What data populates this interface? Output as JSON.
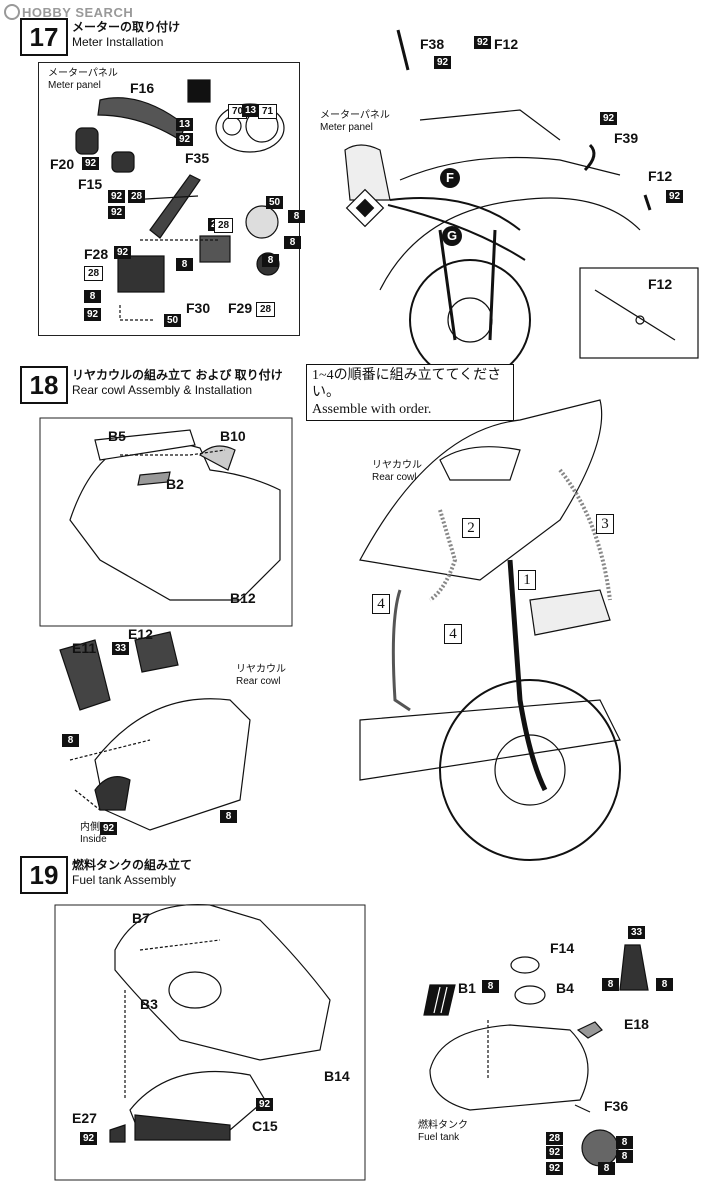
{
  "watermark": "HOBBY SEARCH",
  "steps": [
    {
      "number": "17",
      "title_jp": "メーターの取り付け",
      "title_en": "Meter Installation",
      "panel_label_jp": "メーターパネル",
      "panel_label_en": "Meter panel",
      "right_label_jp": "メーターパネル",
      "right_label_en": "Meter panel",
      "parts": [
        "F16",
        "F20",
        "F15",
        "F35",
        "F28",
        "F30",
        "F29",
        "F38",
        "F12",
        "F39",
        "F12",
        "F12"
      ],
      "codes": [
        "13",
        "92",
        "92",
        "92",
        "28",
        "92",
        "28",
        "8",
        "50",
        "8",
        "28",
        "92",
        "8",
        "8",
        "92",
        "50",
        "8",
        "28",
        "92",
        "92",
        "92",
        "92",
        "70",
        "13",
        "71",
        "28"
      ],
      "route_marks": [
        "F",
        "G"
      ]
    },
    {
      "number": "18",
      "title_jp": "リヤカウルの組み立て および 取り付け",
      "title_en": "Rear cowl Assembly & Installation",
      "note_jp": "1~4の順番に組み立ててください。",
      "note_en": "Assemble with order.",
      "parts": [
        "B5",
        "B10",
        "B2",
        "B12",
        "E11",
        "E12"
      ],
      "codes": [
        "33",
        "8",
        "92",
        "8"
      ],
      "rear_cowl_jp": "リヤカウル",
      "rear_cowl_en": "Rear cowl",
      "inside_jp": "内側",
      "inside_en": "Inside",
      "order_marks": [
        "1",
        "2",
        "3",
        "4",
        "4"
      ]
    },
    {
      "number": "19",
      "title_jp": "燃料タンクの組み立て",
      "title_en": "Fuel tank Assembly",
      "parts": [
        "B7",
        "B3",
        "B14",
        "C15",
        "E27",
        "F14",
        "B1",
        "B4",
        "E18",
        "F36"
      ],
      "codes": [
        "92",
        "92",
        "8",
        "33",
        "8",
        "8",
        "28",
        "8",
        "92",
        "8",
        "8",
        "92"
      ],
      "fuel_tank_jp": "燃料タンク",
      "fuel_tank_en": "Fuel tank"
    }
  ]
}
